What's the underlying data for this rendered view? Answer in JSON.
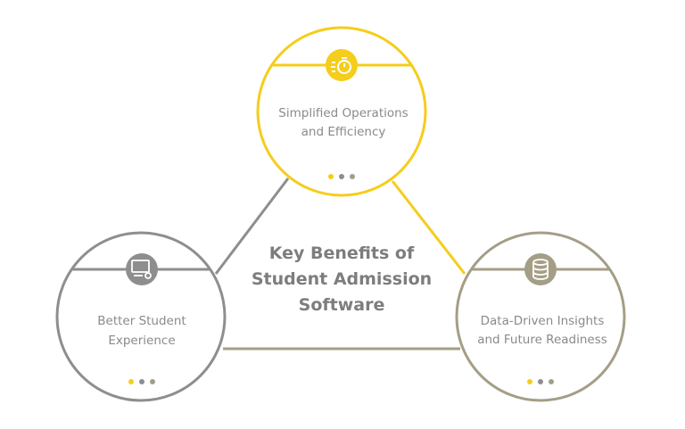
{
  "title_lines": [
    "Key Benefits of",
    "Student Admission",
    "Software"
  ],
  "nodes": [
    {
      "label_lines": [
        "Simplified Operations",
        "and Efficiency"
      ],
      "icon": "stopwatch-icon",
      "color": "#F5CD1B"
    },
    {
      "label_lines": [
        "Better Student",
        "Experience"
      ],
      "icon": "monitor-gear-icon",
      "color": "#8E8E8E"
    },
    {
      "label_lines": [
        "Data-Driven Insights",
        "and Future Readiness"
      ],
      "icon": "database-icon",
      "color": "#A49E86"
    }
  ],
  "dot_colors": [
    "#F5CD1B",
    "#8E8E8E",
    "#A49E86"
  ]
}
